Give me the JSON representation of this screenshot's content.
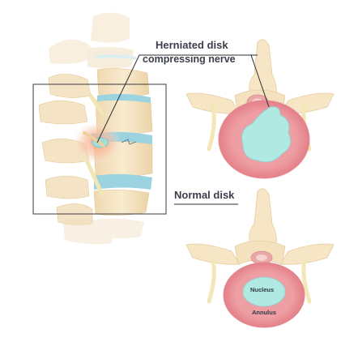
{
  "labels": {
    "herniated_title": "Herniated disk",
    "herniated_subtitle": "compressing nerve",
    "normal_title": "Normal disk",
    "nucleus": "Nucleus",
    "annulus": "Annulus"
  },
  "colors": {
    "bone": "#f6e6c6",
    "bone_shade": "#e9cfa1",
    "disk_ring": "#ec9fa0",
    "disk_ring_dark": "#e07f86",
    "nucleus": "#aee7e1",
    "disk_blue": "#9cd3e1",
    "nerve": "#f3e7b7",
    "inflammation": "#f6a887",
    "line": "#3f3f3f"
  }
}
